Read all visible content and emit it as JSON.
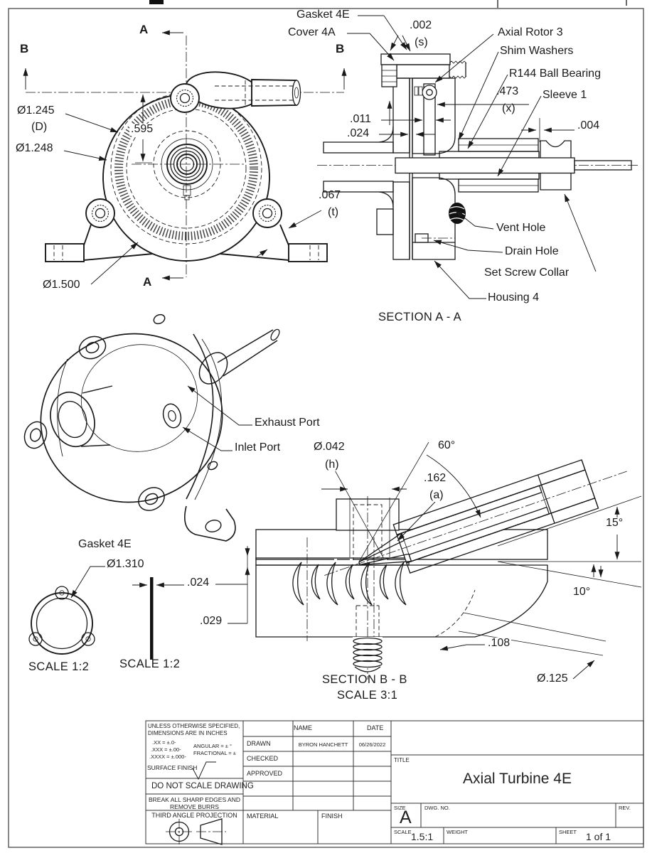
{
  "page": {
    "background": "#ffffff",
    "line_color": "#1a1a1a",
    "border_color": "#555555"
  },
  "front_view": {
    "section_a_top": "A",
    "section_a_bottom": "A",
    "section_b_left": "B",
    "section_b_right": "B",
    "dia_outer_small": "Ø1.245",
    "dia_outer_small_ref": "(D)",
    "dia_outer_large": "Ø1.248",
    "dim_595": ".595",
    "dia_1500": "Ø1.500",
    "dim_067": ".067",
    "dim_067_ref": "(t)"
  },
  "section_aa": {
    "caption": "SECTION A - A",
    "labels": {
      "gasket": "Gasket 4E",
      "cover": "Cover 4A",
      "rotor": "Axial Rotor 3",
      "shim": "Shim Washers",
      "bearing": "R144 Ball Bearing",
      "sleeve": "Sleeve 1",
      "vent": "Vent Hole",
      "drain": "Drain Hole",
      "collar": "Set Screw Collar",
      "housing": "Housing 4"
    },
    "dims": {
      "d002": ".002",
      "d002_ref": "(s)",
      "d473": ".473",
      "d473_ref": "(x)",
      "d011": ".011",
      "d024": ".024",
      "d004": ".004"
    }
  },
  "isometric": {
    "exhaust": "Exhaust Port",
    "inlet": "Inlet Port"
  },
  "gasket_detail": {
    "title": "Gasket 4E",
    "dia": "Ø1.310",
    "thickness": ".024",
    "depth": ".029",
    "scale_face": "SCALE 1:2",
    "scale_edge": "SCALE 1:2"
  },
  "section_bb": {
    "caption": "SECTION B - B",
    "scale": "SCALE 3:1",
    "dims": {
      "d042": "Ø.042",
      "d042_ref": "(h)",
      "d162": ".162",
      "d162_ref": "(a)",
      "a60": "60°",
      "a15": "15°",
      "a10": "10°",
      "d108": ".108",
      "d125": "Ø.125"
    }
  },
  "title_block": {
    "spec_note_1": "UNLESS OTHERWISE SPECIFIED,",
    "spec_note_2": "DIMENSIONS ARE IN INCHES",
    "tol_xx": ".XX = ±.0-",
    "tol_xxx": ".XXX = ±.00-",
    "tol_xxxx": ".XXXX = ±.000-",
    "tol_angular": "ANGULAR = ± °",
    "tol_fractional": "FRACTIONAL = ±",
    "surface_finish": "SURFACE FINISH",
    "do_not_scale": "DO NOT SCALE DRAWING",
    "break_edges_1": "BREAK ALL SHARP EDGES AND",
    "break_edges_2": "REMOVE BURRS",
    "projection": "THIRD ANGLE PROJECTION",
    "col_name": "NAME",
    "col_date": "DATE",
    "row_drawn": "DRAWN",
    "drawn_name": "BYRON HANCHETT",
    "drawn_date": "06/26/2022",
    "row_checked": "CHECKED",
    "row_approved": "APPROVED",
    "material": "MATERIAL",
    "finish": "FINISH",
    "title_label": "TITLE",
    "title": "Axial Turbine 4E",
    "size_label": "SIZE",
    "size": "A",
    "dwg_no_label": "DWG. NO.",
    "rev_label": "REV.",
    "scale_label": "SCALE",
    "scale_value": "1.5:1",
    "weight_label": "WEIGHT",
    "sheet_label": "SHEET",
    "sheet_value": "1 of 1"
  }
}
